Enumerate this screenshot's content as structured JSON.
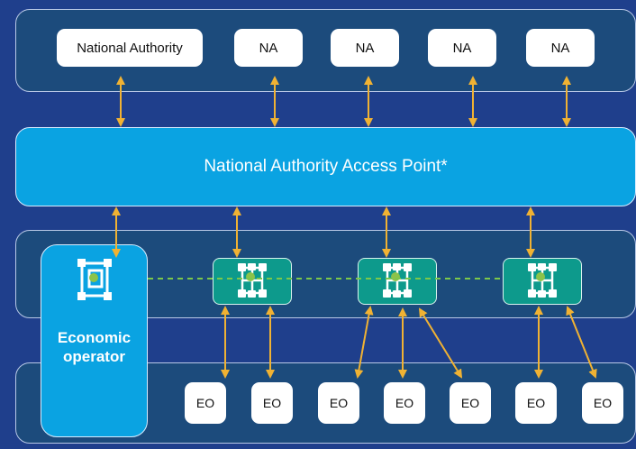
{
  "top_band": {
    "authorities": [
      {
        "label": "National Authority"
      },
      {
        "label": "NA"
      },
      {
        "label": "NA"
      },
      {
        "label": "NA"
      },
      {
        "label": "NA"
      }
    ]
  },
  "access_point": {
    "label": "National Authority Access Point*"
  },
  "economic_operator": {
    "line1": "Economic",
    "line2": "operator"
  },
  "eo_boxes": [
    {
      "label": "EO"
    },
    {
      "label": "EO"
    },
    {
      "label": "EO"
    },
    {
      "label": "EO"
    },
    {
      "label": "EO"
    },
    {
      "label": "EO"
    },
    {
      "label": "EO"
    }
  ],
  "colors": {
    "background": "#1f3f8c",
    "band": "#1c4b7c",
    "access_point": "#0aa3e2",
    "node": "#0d9a8c",
    "arrow": "#f0b233",
    "dashed_link": "#7cc84a"
  },
  "icons": {
    "node": "blockchain-node-icon",
    "operator": "operator-node-icon"
  }
}
